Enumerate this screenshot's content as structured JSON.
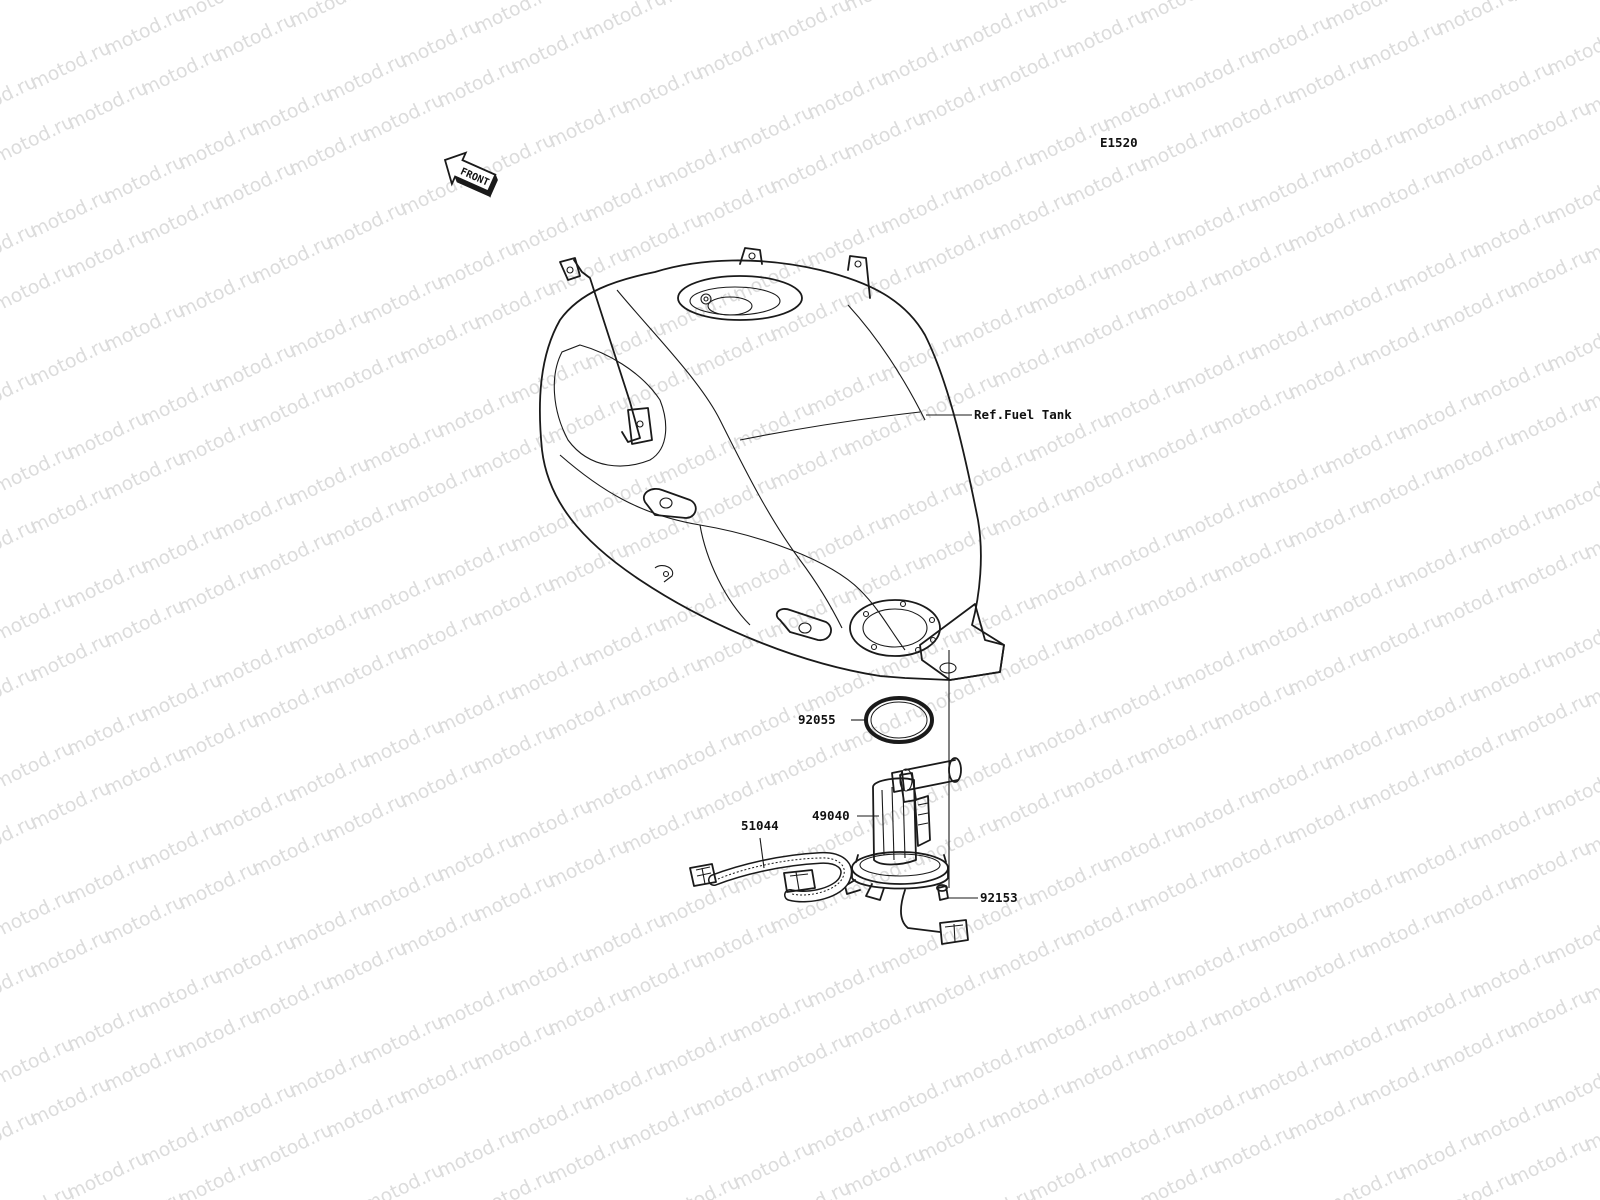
{
  "diagram_code": "E1520",
  "watermark_text": "motod.ru",
  "front_arrow_label": "FRONT",
  "callouts": {
    "fuel_tank": "Ref.Fuel Tank",
    "gasket": "92055",
    "fuel_pump": "49040",
    "harness": "51044",
    "bolt": "92153"
  },
  "colors": {
    "line": "#1a1a1a",
    "watermark": "#dcdcdc",
    "background": "#ffffff"
  }
}
